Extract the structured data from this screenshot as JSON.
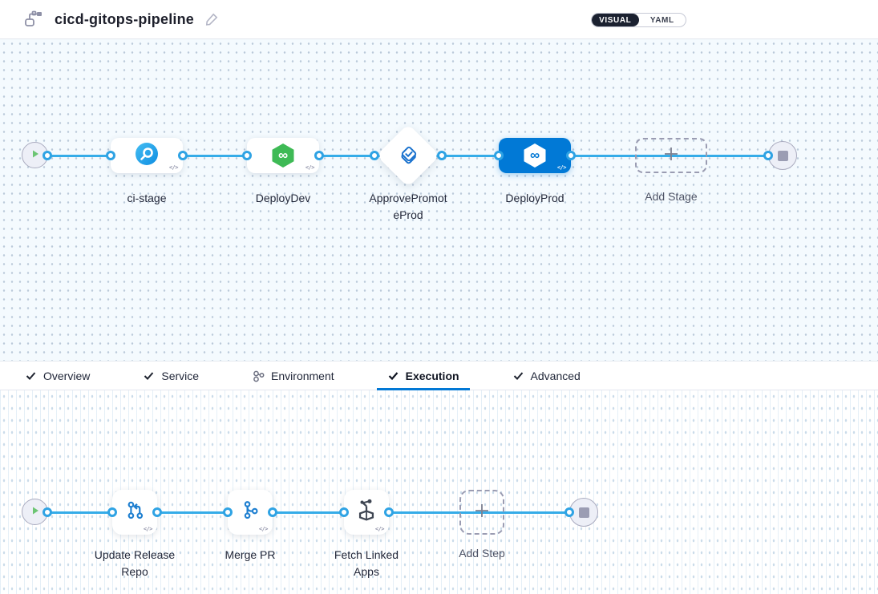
{
  "header": {
    "title": "cicd-gitops-pipeline",
    "icons": [
      "pipeline-icon",
      "edit-pencil-icon"
    ],
    "view_toggle": {
      "visual": "VISUAL",
      "yaml": "YAML",
      "selected": "VISUAL"
    }
  },
  "stage_pipeline": {
    "start": "play",
    "end": "stop",
    "nodes": [
      {
        "label": "ci-stage",
        "type": "ci-stage",
        "icon": "ci-build-icon"
      },
      {
        "label": "DeployDev",
        "type": "deployment-stage",
        "icon": "cd-hexagon-icon"
      },
      {
        "label": "ApprovePromoteProd",
        "type": "approval-stage",
        "icon": "approval-check-icon"
      },
      {
        "label": "DeployProd",
        "type": "deployment-stage",
        "icon": "cd-hexagon-icon",
        "selected": true
      },
      {
        "label": "Add Stage",
        "type": "add",
        "icon": "plus-icon"
      }
    ]
  },
  "tabs": [
    {
      "label": "Overview",
      "icon": "check-icon",
      "active": false
    },
    {
      "label": "Service",
      "icon": "check-icon",
      "active": false
    },
    {
      "label": "Environment",
      "icon": "environment-partial-icon",
      "active": false
    },
    {
      "label": "Execution",
      "icon": "check-icon",
      "active": true
    },
    {
      "label": "Advanced",
      "icon": "check-icon",
      "active": false
    }
  ],
  "execution_pipeline": {
    "start": "play",
    "end": "stop",
    "steps": [
      {
        "label": "Update Release Repo",
        "icon": "git-update-release-icon"
      },
      {
        "label": "Merge PR",
        "icon": "git-merge-icon"
      },
      {
        "label": "Fetch Linked Apps",
        "icon": "fetch-linked-apps-icon"
      },
      {
        "label": "Add Step",
        "type": "add",
        "icon": "plus-icon"
      }
    ]
  },
  "colors": {
    "accent_blue": "#0278d5",
    "connector_blue": "#35ace8",
    "selected_stage_bg": "#0179d6",
    "cd_green": "#3eba55",
    "toggle_dark": "#1b2130",
    "canvas_tint": "#f4fafe"
  }
}
